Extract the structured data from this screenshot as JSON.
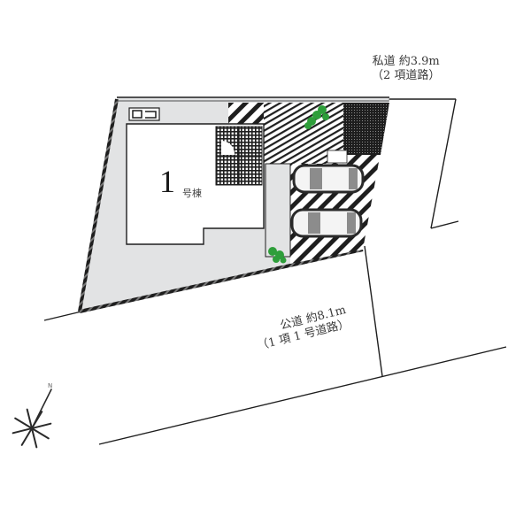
{
  "site_plan": {
    "building": {
      "number": "1",
      "suffix": "号棟"
    },
    "roads": {
      "private": {
        "line1": "私道 約3.9m",
        "line2": "（2 項道路）"
      },
      "public": {
        "line1": "公道 約8.1m",
        "line2": "（1 項 1 号道路）"
      }
    },
    "compass": {
      "north_label": "N",
      "icon": "compass-rose-icon"
    },
    "parking": {
      "car_count": 2,
      "icon": "car-icon"
    },
    "colors": {
      "lot_fill": "#e2e3e4",
      "building_fill": "#ffffff",
      "outline": "#1e1e1e",
      "planting": "#2e9e3a",
      "text": "#3a3a3a"
    }
  }
}
